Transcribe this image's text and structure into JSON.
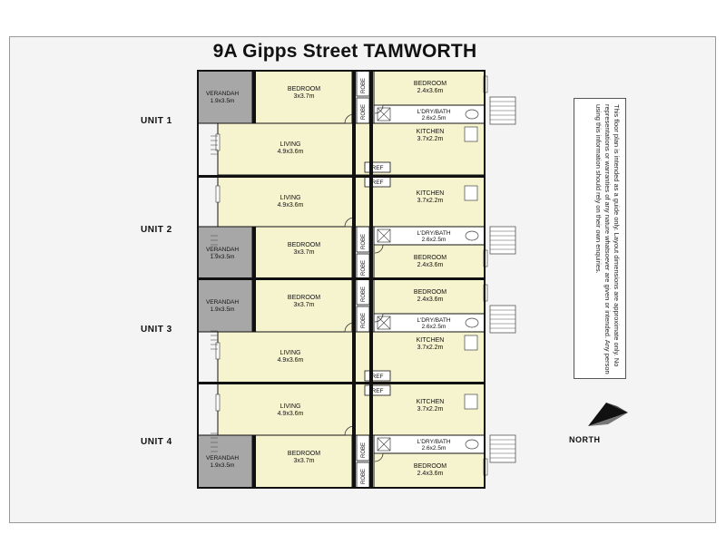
{
  "title": "9A Gipps Street TAMWORTH",
  "units": [
    "UNIT 1",
    "UNIT 2",
    "UNIT 3",
    "UNIT 4"
  ],
  "rooms": {
    "bedroom_large": "BEDROOM",
    "bedroom_large_size": "3x3.7m",
    "bedroom_small": "BEDROOM",
    "bedroom_small_size": "2.4x3.6m",
    "living": "LIVING",
    "living_size": "4.9x3.6m",
    "kitchen": "KITCHEN",
    "kitchen_size": "3.7x2.2m",
    "laundry_bath": "L'DRY/BATH",
    "laundry_bath_size": "2.6x2.5m",
    "verandah": "VERANDAH",
    "verandah_size": "1.9x3.5m",
    "robe": "ROBE",
    "ref": "REF"
  },
  "disclaimer": "This floor plan is intended as a guide only. Layout dimensions are approximate only. No representations or warranties of any nature whatsoever are given or intended. Any person using this information should rely on their own enquiries.",
  "compass_label": "NORTH",
  "colors": {
    "room_fill": "#f6f3cf",
    "wall": "#111111",
    "verandah_fill": "#a7a7a7",
    "wet_area_fill": "#ffffff"
  }
}
